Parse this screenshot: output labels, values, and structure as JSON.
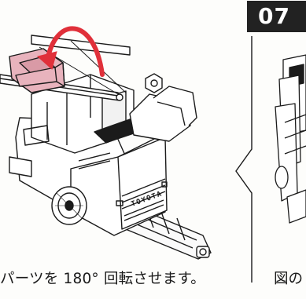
{
  "instruction": {
    "caption": "パーツを 180° 回転させます。"
  },
  "next_step": {
    "number": "07",
    "caption": "図の"
  },
  "illustration": {
    "truck_plate_text": "TOYOTA",
    "highlight_color": "#e8b3bd",
    "arrow_color": "#e0303a"
  }
}
